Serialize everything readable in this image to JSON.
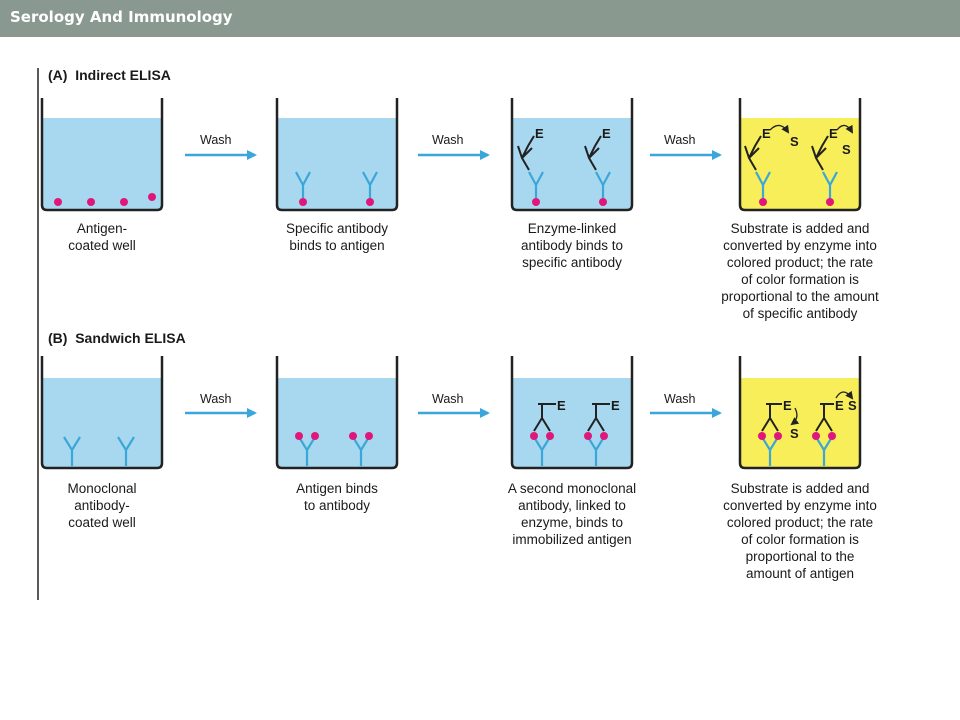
{
  "header": {
    "title": "Serology And Immunology"
  },
  "colors": {
    "title_bar": "#8a9990",
    "liquid_blue": "#a8d8ef",
    "liquid_yellow": "#f7ee5a",
    "antibody_blue": "#3aa7d8",
    "antigen_magenta": "#e0177a",
    "arrow": "#3aa6dc"
  },
  "panel_a": {
    "label": "(A)  Indirect ELISA",
    "wash_labels": [
      "Wash",
      "Wash",
      "Wash"
    ],
    "enzyme_letter": "E",
    "substrate_letter": "S",
    "captions": [
      [
        "Antigen-",
        "coated well"
      ],
      [
        "Specific antibody",
        "binds to antigen"
      ],
      [
        "Enzyme-linked",
        "antibody binds to",
        "specific antibody"
      ],
      [
        "Substrate is added and",
        "converted by enzyme into",
        "colored product; the rate",
        "of color formation is",
        "proportional to the amount",
        "of specific antibody"
      ]
    ]
  },
  "panel_b": {
    "label": "(B)  Sandwich ELISA",
    "wash_labels": [
      "Wash",
      "Wash",
      "Wash"
    ],
    "enzyme_letter": "E",
    "substrate_letter": "S",
    "captions": [
      [
        "Monoclonal",
        "antibody-",
        "coated well"
      ],
      [
        "Antigen binds",
        "to antibody"
      ],
      [
        "A second monoclonal",
        "antibody, linked to",
        "enzyme, binds to",
        "immobilized antigen"
      ],
      [
        "Substrate is added and",
        "converted by enzyme into",
        "colored product; the rate",
        "of color formation is",
        "proportional to the",
        "amount of antigen"
      ]
    ]
  }
}
